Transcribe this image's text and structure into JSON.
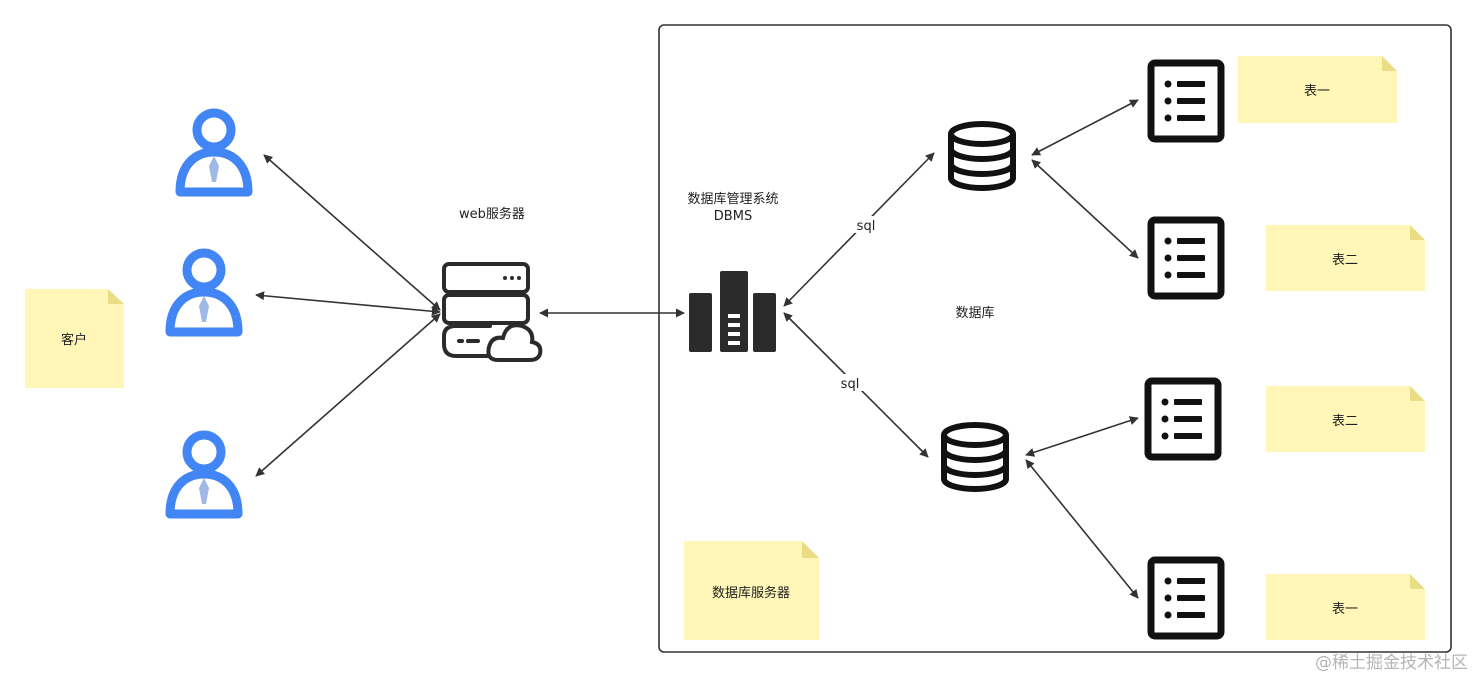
{
  "labels": {
    "web_server": "web服务器",
    "dbms_line1": "数据库管理系统",
    "dbms_line2": "DBMS",
    "sql_top": "sql",
    "sql_bottom": "sql",
    "database": "数据库"
  },
  "notes": {
    "client": "客户",
    "db_server": "数据库服务器",
    "table1": "表一",
    "table2": "表二",
    "table3": "表二",
    "table4": "表一"
  },
  "watermark": "@稀土掘金技术社区",
  "colors": {
    "user_blue": "#4285f4",
    "note_yellow": "#fff6b8",
    "note_fold": "#ebdd85",
    "icon_dark": "#2b2b2b",
    "border": "#333333"
  },
  "icons": {
    "user": "user-icon",
    "server": "cloud-server-icon",
    "dbms": "dbms-bars-icon",
    "database": "database-icon",
    "table": "list-document-icon"
  }
}
